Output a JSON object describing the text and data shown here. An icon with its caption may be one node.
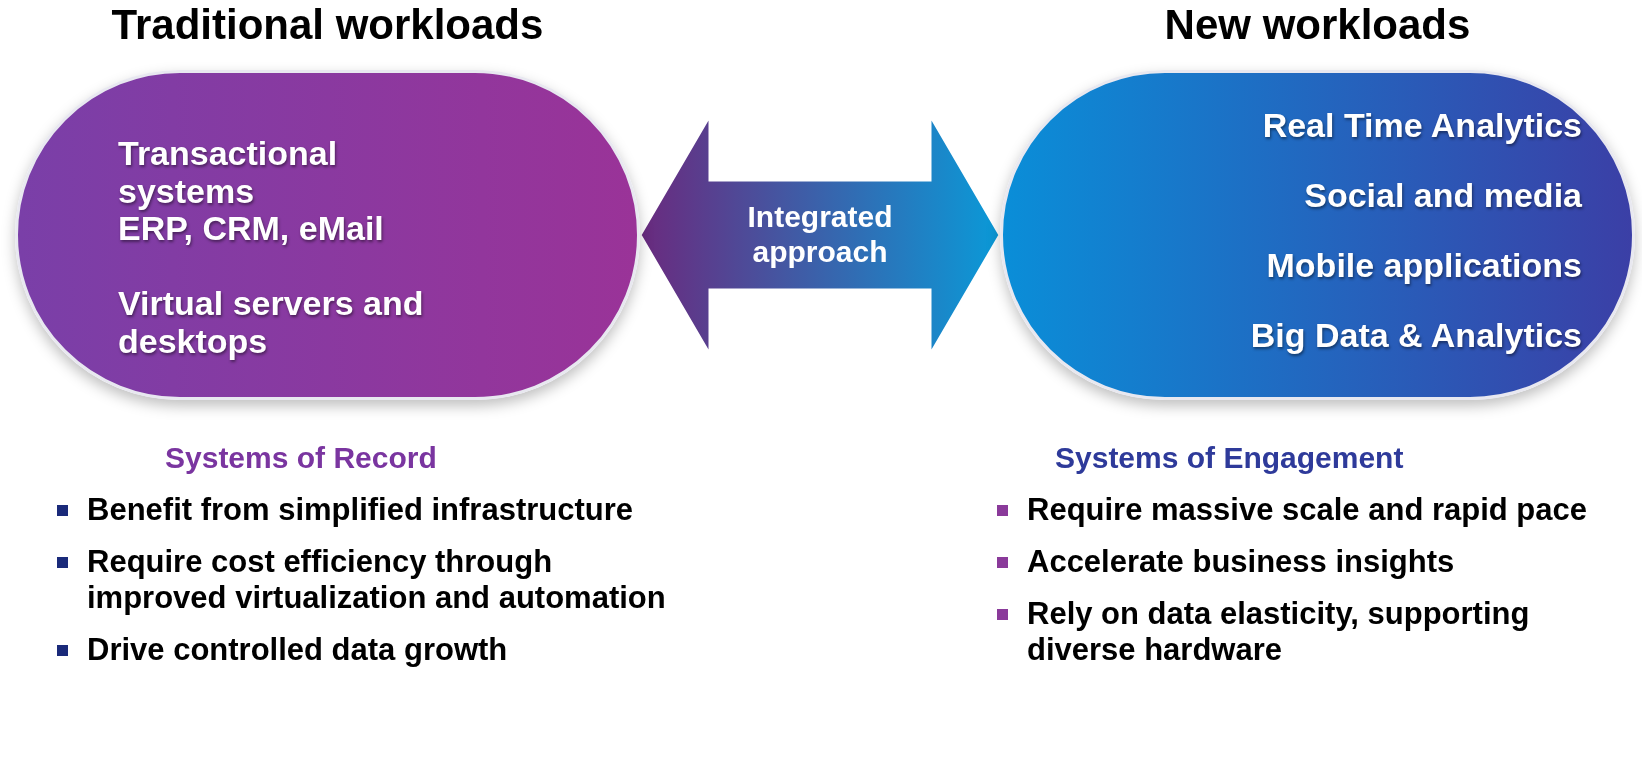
{
  "diagram": {
    "nodes": [
      {
        "text": [
          "Traditional workloads",
          "Transactional systems",
          "ERP, CRM, eMail",
          "Virtual servers and desktops"
        ]
      },
      {
        "text": [
          "New workloads",
          "Real Time Analytics",
          "Social and media",
          "Mobile applications",
          "Big Data & Analytics"
        ]
      }
    ],
    "edges": [
      {
        "from": 0,
        "to": 1,
        "arrow": "both",
        "label": "Integrated approach"
      }
    ],
    "labels": [
      "Systems of Record",
      "Benefit from simplified infrastructure",
      "Require cost efficiency through improved virtualization and automation",
      "Drive controlled data growth",
      "Systems of Engagement",
      "Require massive scale and rapid pace",
      "Accelerate business insights",
      "Rely on data elasticity, supporting diverse hardware"
    ]
  }
}
